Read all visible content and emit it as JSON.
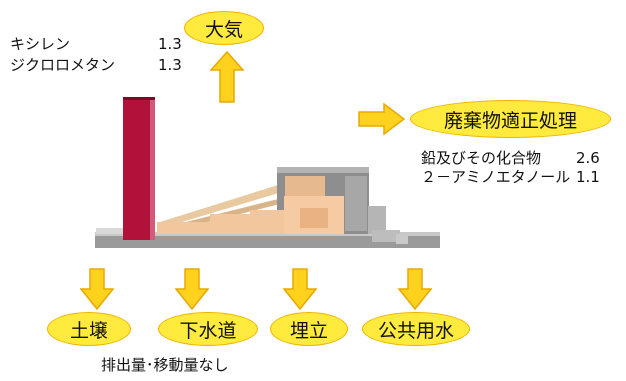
{
  "air": {
    "label": "大気",
    "substances": [
      {
        "name": "キシレン",
        "amount": "1.3"
      },
      {
        "name": "ジクロロメタン",
        "amount": "1.3"
      }
    ]
  },
  "waste": {
    "label": "廃棄物適正処理",
    "substances": [
      {
        "name": "鉛及びその化合物",
        "amount": "2.6"
      },
      {
        "name": "２－アミノエタノール",
        "amount": "1.1"
      }
    ]
  },
  "destinations": [
    {
      "label": "土壌"
    },
    {
      "label": "下水道"
    },
    {
      "label": "埋立"
    },
    {
      "label": "公共用水"
    }
  ],
  "note": "排出量･移動量なし",
  "colors": {
    "oval_fill": "#FFEA3D",
    "oval_border": "#F0B400",
    "arrow_fill": "#FFD21E",
    "stack": "#B0123A"
  }
}
